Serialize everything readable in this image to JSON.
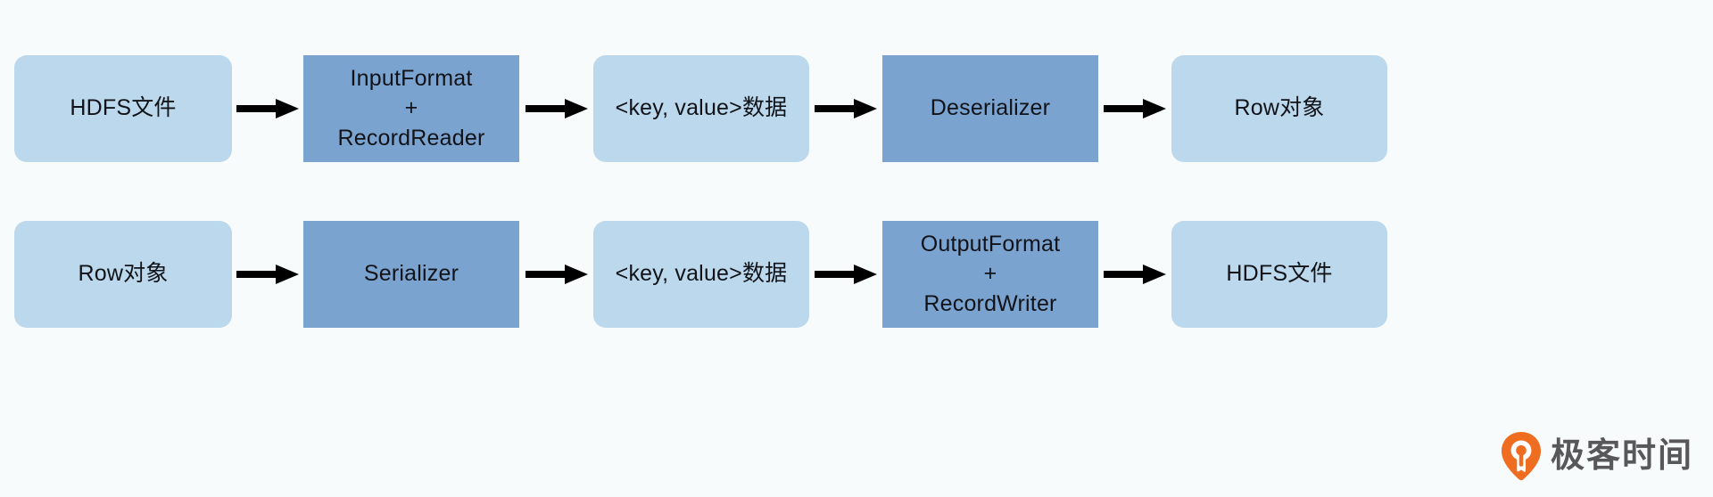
{
  "diagram": {
    "background_color": "#f7fbfb",
    "node_light_color": "#bcd8ec",
    "node_dark_color": "#7ba3d0",
    "arrow_color": "#000000",
    "rows": [
      {
        "name": "read-path",
        "nodes": [
          {
            "label": "HDFS文件",
            "style": "light"
          },
          {
            "label": "InputFormat\n+\nRecordReader",
            "style": "dark"
          },
          {
            "label": "<key, value>数据",
            "style": "light"
          },
          {
            "label": "Deserializer",
            "style": "dark"
          },
          {
            "label": "Row对象",
            "style": "light"
          }
        ]
      },
      {
        "name": "write-path",
        "nodes": [
          {
            "label": "Row对象",
            "style": "light"
          },
          {
            "label": "Serializer",
            "style": "dark"
          },
          {
            "label": "<key, value>数据",
            "style": "light"
          },
          {
            "label": "OutputFormat\n+\nRecordWriter",
            "style": "dark"
          },
          {
            "label": "HDFS文件",
            "style": "light"
          }
        ]
      }
    ]
  },
  "watermark": {
    "text": "极客时间",
    "logo_color": "#ef6d21"
  }
}
